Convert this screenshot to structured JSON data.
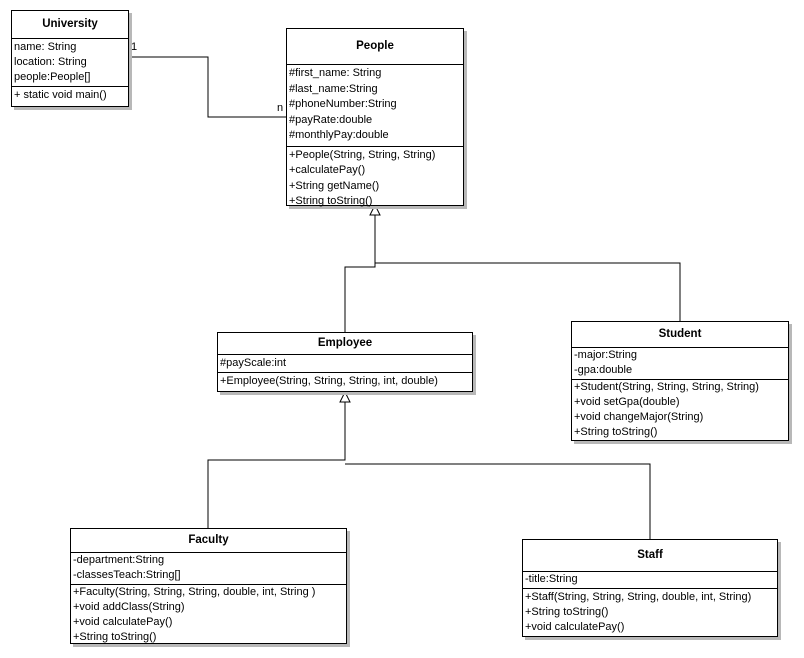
{
  "classes": {
    "university": {
      "name": "University",
      "attributes": [
        "name: String",
        "location: String",
        "people:People[]"
      ],
      "methods": [
        "+ static void main()"
      ]
    },
    "people": {
      "name": "People",
      "attributes": [
        "#first_name: String",
        "#last_name:String",
        "#phoneNumber:String",
        "#payRate:double",
        "#monthlyPay:double"
      ],
      "methods": [
        "+People(String, String, String)",
        "+calculatePay()",
        "+String getName()",
        "+String toString()"
      ]
    },
    "employee": {
      "name": "Employee",
      "attributes": [
        "#payScale:int"
      ],
      "methods": [
        "+Employee(String, String, String, int, double)"
      ]
    },
    "student": {
      "name": "Student",
      "attributes": [
        "-major:String",
        "-gpa:double"
      ],
      "methods": [
        "+Student(String, String, String, String)",
        "+void setGpa(double)",
        "+void changeMajor(String)",
        "+String toString()"
      ]
    },
    "faculty": {
      "name": "Faculty",
      "attributes": [
        "-department:String",
        "-classesTeach:String[]"
      ],
      "methods": [
        "+Faculty(String, String, String, double, int, String )",
        "+void addClass(String)",
        "+void calculatePay()",
        "+String toString()"
      ]
    },
    "staff": {
      "name": "Staff",
      "attributes": [
        "-title:String"
      ],
      "methods": [
        "+Staff(String, String, String, double, int, String)",
        "+String toString()",
        "+void calculatePay()"
      ]
    }
  },
  "association": {
    "university_multiplicity": "1",
    "people_multiplicity": "n"
  }
}
